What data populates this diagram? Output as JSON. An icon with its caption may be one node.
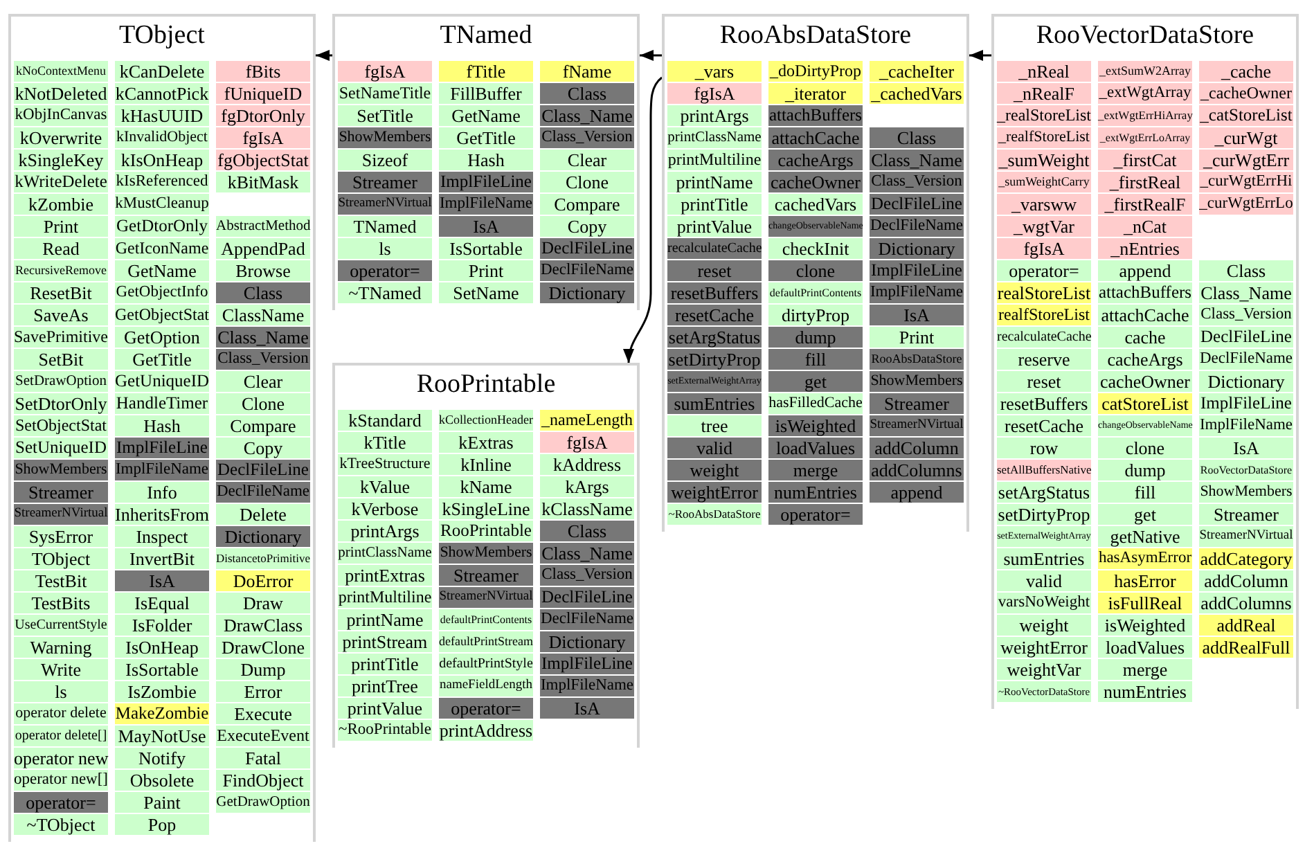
{
  "diagram": {
    "nodes": [
      {
        "text": [
          "TObject"
        ]
      },
      {
        "text": [
          "kNoContextMenu"
        ],
        "in": 0
      },
      {
        "text": [
          "kNotDeleted"
        ],
        "in": 0
      },
      {
        "text": [
          "kObjInCanvas"
        ],
        "in": 0
      },
      {
        "text": [
          "kOverwrite"
        ],
        "in": 0
      },
      {
        "text": [
          "kSingleKey"
        ],
        "in": 0
      },
      {
        "text": [
          "kWriteDelete"
        ],
        "in": 0
      },
      {
        "text": [
          "kZombie"
        ],
        "in": 0
      },
      {
        "text": [
          "Print"
        ],
        "in": 0
      },
      {
        "text": [
          "Read"
        ],
        "in": 0
      },
      {
        "text": [
          "RecursiveRemove"
        ],
        "in": 0
      },
      {
        "text": [
          "ResetBit"
        ],
        "in": 0
      },
      {
        "text": [
          "SaveAs"
        ],
        "in": 0
      },
      {
        "text": [
          "SavePrimitive"
        ],
        "in": 0
      },
      {
        "text": [
          "SetBit"
        ],
        "in": 0
      },
      {
        "text": [
          "SetDrawOption"
        ],
        "in": 0
      },
      {
        "text": [
          "SetDtorOnly"
        ],
        "in": 0
      },
      {
        "text": [
          "SetObjectStat"
        ],
        "in": 0
      },
      {
        "text": [
          "SetUniqueID"
        ],
        "in": 0
      },
      {
        "text": [
          "ShowMembers"
        ],
        "in": 0
      },
      {
        "text": [
          "Streamer"
        ],
        "in": 0
      },
      {
        "text": [
          "StreamerNVirtual"
        ],
        "in": 0
      },
      {
        "text": [
          "SysError"
        ],
        "in": 0
      },
      {
        "text": [
          "TObject"
        ],
        "in": 0
      },
      {
        "text": [
          "TestBit"
        ],
        "in": 0
      },
      {
        "text": [
          "TestBits"
        ],
        "in": 0
      },
      {
        "text": [
          "UseCurrentStyle"
        ],
        "in": 0
      },
      {
        "text": [
          "Warning"
        ],
        "in": 0
      },
      {
        "text": [
          "Write"
        ],
        "in": 0
      },
      {
        "text": [
          "ls"
        ],
        "in": 0
      },
      {
        "text": [
          "operator delete"
        ],
        "in": 0
      },
      {
        "text": [
          "operator delete[]"
        ],
        "in": 0
      },
      {
        "text": [
          "operator new"
        ],
        "in": 0
      },
      {
        "text": [
          "operator new[]"
        ],
        "in": 0
      },
      {
        "text": [
          "operator="
        ],
        "in": 0
      },
      {
        "text": [
          "~TObject"
        ],
        "in": 0
      },
      {
        "text": [
          "kCanDelete"
        ],
        "in": 0
      },
      {
        "text": [
          "kCannotPick"
        ],
        "in": 0
      },
      {
        "text": [
          "kHasUUID"
        ],
        "in": 0
      },
      {
        "text": [
          "kInvalidObject"
        ],
        "in": 0
      },
      {
        "text": [
          "kIsOnHeap"
        ],
        "in": 0
      },
      {
        "text": [
          "kIsReferenced"
        ],
        "in": 0
      },
      {
        "text": [
          "kMustCleanup"
        ],
        "in": 0
      },
      {
        "text": [
          "GetDtorOnly"
        ],
        "in": 0
      },
      {
        "text": [
          "GetIconName"
        ],
        "in": 0
      },
      {
        "text": [
          "GetName"
        ],
        "in": 0
      },
      {
        "text": [
          "GetObjectInfo"
        ],
        "in": 0
      },
      {
        "text": [
          "GetObjectStat"
        ],
        "in": 0
      },
      {
        "text": [
          "GetOption"
        ],
        "in": 0
      },
      {
        "text": [
          "GetTitle"
        ],
        "in": 0
      },
      {
        "text": [
          "GetUniqueID"
        ],
        "in": 0
      },
      {
        "text": [
          "HandleTimer"
        ],
        "in": 0
      },
      {
        "text": [
          "Hash"
        ],
        "in": 0
      },
      {
        "text": [
          "ImplFileLine"
        ],
        "in": 0
      },
      {
        "text": [
          "ImplFileName"
        ],
        "in": 0
      },
      {
        "text": [
          "Info"
        ],
        "in": 0
      },
      {
        "text": [
          "InheritsFrom"
        ],
        "in": 0
      },
      {
        "text": [
          "Inspect"
        ],
        "in": 0
      },
      {
        "text": [
          "InvertBit"
        ],
        "in": 0
      },
      {
        "text": [
          "IsA"
        ],
        "in": 0
      },
      {
        "text": [
          "IsEqual"
        ],
        "in": 0
      },
      {
        "text": [
          "IsFolder"
        ],
        "in": 0
      },
      {
        "text": [
          "IsOnHeap"
        ],
        "in": 0
      },
      {
        "text": [
          "IsSortable"
        ],
        "in": 0
      },
      {
        "text": [
          "IsZombie"
        ],
        "in": 0
      },
      {
        "text": [
          "MakeZombie"
        ],
        "in": 0
      },
      {
        "text": [
          "MayNotUse"
        ],
        "in": 0
      },
      {
        "text": [
          "Notify"
        ],
        "in": 0
      },
      {
        "text": [
          "Obsolete"
        ],
        "in": 0
      },
      {
        "text": [
          "Paint"
        ],
        "in": 0
      },
      {
        "text": [
          "Pop"
        ],
        "in": 0
      },
      {
        "text": [
          "fBits"
        ],
        "in": 0
      },
      {
        "text": [
          "fUniqueID"
        ],
        "in": 0
      },
      {
        "text": [
          "fgDtorOnly"
        ],
        "in": 0
      },
      {
        "text": [
          "fgIsA"
        ],
        "in": 0
      },
      {
        "text": [
          "fgObjectStat"
        ],
        "in": 0
      },
      {
        "text": [
          "kBitMask"
        ],
        "in": 0
      },
      {
        "text": [
          "AbstractMethod"
        ],
        "in": 0
      },
      {
        "text": [
          "AppendPad"
        ],
        "in": 0
      },
      {
        "text": [
          "Browse"
        ],
        "in": 0
      },
      {
        "text": [
          "Class"
        ],
        "in": 0
      },
      {
        "text": [
          "ClassName"
        ],
        "in": 0
      },
      {
        "text": [
          "Class_Name"
        ],
        "in": 0
      },
      {
        "text": [
          "Class_Version"
        ],
        "in": 0
      },
      {
        "text": [
          "Clear"
        ],
        "in": 0
      },
      {
        "text": [
          "Clone"
        ],
        "in": 0
      },
      {
        "text": [
          "Compare"
        ],
        "in": 0
      },
      {
        "text": [
          "Copy"
        ],
        "in": 0
      },
      {
        "text": [
          "DeclFileLine"
        ],
        "in": 0
      },
      {
        "text": [
          "DeclFileName"
        ],
        "in": 0
      },
      {
        "text": [
          "Delete"
        ],
        "in": 0
      },
      {
        "text": [
          "Dictionary"
        ],
        "in": 0
      },
      {
        "text": [
          "DistancetoPrimitive"
        ],
        "in": 0
      },
      {
        "text": [
          "DoError"
        ],
        "in": 0
      },
      {
        "text": [
          "Draw"
        ],
        "in": 0
      },
      {
        "text": [
          "DrawClass"
        ],
        "in": 0
      },
      {
        "text": [
          "DrawClone"
        ],
        "in": 0
      },
      {
        "text": [
          "Dump"
        ],
        "in": 0
      },
      {
        "text": [
          "Error"
        ],
        "in": 0
      },
      {
        "text": [
          "Execute"
        ],
        "in": 0
      },
      {
        "text": [
          "ExecuteEvent"
        ],
        "in": 0
      },
      {
        "text": [
          "Fatal"
        ],
        "in": 0
      },
      {
        "text": [
          "FindObject"
        ],
        "in": 0
      },
      {
        "text": [
          "GetDrawOption"
        ],
        "in": 0
      },
      {
        "text": [
          "TNamed"
        ]
      },
      {
        "text": [
          "fgIsA"
        ],
        "in": 104
      },
      {
        "text": [
          "SetNameTitle"
        ],
        "in": 104
      },
      {
        "text": [
          "SetTitle"
        ],
        "in": 104
      },
      {
        "text": [
          "ShowMembers"
        ],
        "in": 104
      },
      {
        "text": [
          "Sizeof"
        ],
        "in": 104
      },
      {
        "text": [
          "Streamer"
        ],
        "in": 104
      },
      {
        "text": [
          "StreamerNVirtual"
        ],
        "in": 104
      },
      {
        "text": [
          "TNamed"
        ],
        "in": 104
      },
      {
        "text": [
          "ls"
        ],
        "in": 104
      },
      {
        "text": [
          "operator="
        ],
        "in": 104
      },
      {
        "text": [
          "~TNamed"
        ],
        "in": 104
      },
      {
        "text": [
          "fTitle"
        ],
        "in": 104
      },
      {
        "text": [
          "FillBuffer"
        ],
        "in": 104
      },
      {
        "text": [
          "GetName"
        ],
        "in": 104
      },
      {
        "text": [
          "GetTitle"
        ],
        "in": 104
      },
      {
        "text": [
          "Hash"
        ],
        "in": 104
      },
      {
        "text": [
          "ImplFileLine"
        ],
        "in": 104
      },
      {
        "text": [
          "ImplFileName"
        ],
        "in": 104
      },
      {
        "text": [
          "IsA"
        ],
        "in": 104
      },
      {
        "text": [
          "IsSortable"
        ],
        "in": 104
      },
      {
        "text": [
          "Print"
        ],
        "in": 104
      },
      {
        "text": [
          "SetName"
        ],
        "in": 104
      },
      {
        "text": [
          "fName"
        ],
        "in": 104
      },
      {
        "text": [
          "Class"
        ],
        "in": 104
      },
      {
        "text": [
          "Class_Name"
        ],
        "in": 104
      },
      {
        "text": [
          "Class_Version"
        ],
        "in": 104
      },
      {
        "text": [
          "Clear"
        ],
        "in": 104
      },
      {
        "text": [
          "Clone"
        ],
        "in": 104
      },
      {
        "text": [
          "Compare"
        ],
        "in": 104
      },
      {
        "text": [
          "Copy"
        ],
        "in": 104
      },
      {
        "text": [
          "DeclFileLine"
        ],
        "in": 104
      },
      {
        "text": [
          "DeclFileName"
        ],
        "in": 104
      },
      {
        "text": [
          "Dictionary"
        ],
        "in": 104
      },
      {
        "text": [
          "RooAbsDataStore"
        ]
      },
      {
        "text": [
          "_vars"
        ],
        "in": 138
      },
      {
        "text": [
          "fgIsA"
        ],
        "in": 138
      },
      {
        "text": [
          "printArgs"
        ],
        "in": 138
      },
      {
        "text": [
          "printClassName"
        ],
        "in": 138
      },
      {
        "text": [
          "printMultiline"
        ],
        "in": 138
      },
      {
        "text": [
          "printName"
        ],
        "in": 138
      },
      {
        "text": [
          "printTitle"
        ],
        "in": 138
      },
      {
        "text": [
          "printValue"
        ],
        "in": 138
      },
      {
        "text": [
          "recalculateCache"
        ],
        "in": 138
      },
      {
        "text": [
          "reset"
        ],
        "in": 138
      },
      {
        "text": [
          "resetBuffers"
        ],
        "in": 138
      },
      {
        "text": [
          "resetCache"
        ],
        "in": 138
      },
      {
        "text": [
          "setArgStatus"
        ],
        "in": 138
      },
      {
        "text": [
          "setDirtyProp"
        ],
        "in": 138
      },
      {
        "text": [
          "setExternalWeightArray"
        ],
        "in": 138
      },
      {
        "text": [
          "sumEntries"
        ],
        "in": 138
      },
      {
        "text": [
          "tree"
        ],
        "in": 138
      },
      {
        "text": [
          "valid"
        ],
        "in": 138
      },
      {
        "text": [
          "weight"
        ],
        "in": 138
      },
      {
        "text": [
          "weightError"
        ],
        "in": 138
      },
      {
        "text": [
          "~RooAbsDataStore"
        ],
        "in": 138
      },
      {
        "text": [
          "_doDirtyProp"
        ],
        "in": 138
      },
      {
        "text": [
          "_iterator"
        ],
        "in": 138
      },
      {
        "text": [
          "attachBuffers"
        ],
        "in": 138
      },
      {
        "text": [
          "attachCache"
        ],
        "in": 138
      },
      {
        "text": [
          "cacheArgs"
        ],
        "in": 138
      },
      {
        "text": [
          "cacheOwner"
        ],
        "in": 138
      },
      {
        "text": [
          "cachedVars"
        ],
        "in": 138
      },
      {
        "text": [
          "changeObservableName"
        ],
        "in": 138
      },
      {
        "text": [
          "checkInit"
        ],
        "in": 138
      },
      {
        "text": [
          "clone"
        ],
        "in": 138
      },
      {
        "text": [
          "defaultPrintContents"
        ],
        "in": 138
      },
      {
        "text": [
          "dirtyProp"
        ],
        "in": 138
      },
      {
        "text": [
          "dump"
        ],
        "in": 138
      },
      {
        "text": [
          "fill"
        ],
        "in": 138
      },
      {
        "text": [
          "get"
        ],
        "in": 138
      },
      {
        "text": [
          "hasFilledCache"
        ],
        "in": 138
      },
      {
        "text": [
          "isWeighted"
        ],
        "in": 138
      },
      {
        "text": [
          "loadValues"
        ],
        "in": 138
      },
      {
        "text": [
          "merge"
        ],
        "in": 138
      },
      {
        "text": [
          "numEntries"
        ],
        "in": 138
      },
      {
        "text": [
          "operator="
        ],
        "in": 138
      },
      {
        "text": [
          "_cacheIter"
        ],
        "in": 138
      },
      {
        "text": [
          "_cachedVars"
        ],
        "in": 138
      },
      {
        "text": [
          "Class"
        ],
        "in": 138
      },
      {
        "text": [
          "Class_Name"
        ],
        "in": 138
      },
      {
        "text": [
          "Class_Version"
        ],
        "in": 138
      },
      {
        "text": [
          "DeclFileLine"
        ],
        "in": 138
      },
      {
        "text": [
          "DeclFileName"
        ],
        "in": 138
      },
      {
        "text": [
          "Dictionary"
        ],
        "in": 138
      },
      {
        "text": [
          "ImplFileLine"
        ],
        "in": 138
      },
      {
        "text": [
          "ImplFileName"
        ],
        "in": 138
      },
      {
        "text": [
          "IsA"
        ],
        "in": 138
      },
      {
        "text": [
          "Print"
        ],
        "in": 138
      },
      {
        "text": [
          "RooAbsDataStore"
        ],
        "in": 138
      },
      {
        "text": [
          "ShowMembers"
        ],
        "in": 138
      },
      {
        "text": [
          "Streamer"
        ],
        "in": 138
      },
      {
        "text": [
          "StreamerNVirtual"
        ],
        "in": 138
      },
      {
        "text": [
          "addColumn"
        ],
        "in": 138
      },
      {
        "text": [
          "addColumns"
        ],
        "in": 138
      },
      {
        "text": [
          "append"
        ],
        "in": 138
      },
      {
        "text": [
          "RooVectorDataStore"
        ]
      },
      {
        "text": [
          "_nReal"
        ],
        "in": 200
      },
      {
        "text": [
          "_nRealF"
        ],
        "in": 200
      },
      {
        "text": [
          "_realStoreList"
        ],
        "in": 200
      },
      {
        "text": [
          "_realfStoreList"
        ],
        "in": 200
      },
      {
        "text": [
          "_sumWeight"
        ],
        "in": 200
      },
      {
        "text": [
          "_sumWeightCarry"
        ],
        "in": 200
      },
      {
        "text": [
          "_varsww"
        ],
        "in": 200
      },
      {
        "text": [
          "_wgtVar"
        ],
        "in": 200
      },
      {
        "text": [
          "fgIsA"
        ],
        "in": 200
      },
      {
        "text": [
          "operator="
        ],
        "in": 200
      },
      {
        "text": [
          "realStoreList"
        ],
        "in": 200
      },
      {
        "text": [
          "realfStoreList"
        ],
        "in": 200
      },
      {
        "text": [
          "recalculateCache"
        ],
        "in": 200
      },
      {
        "text": [
          "reserve"
        ],
        "in": 200
      },
      {
        "text": [
          "reset"
        ],
        "in": 200
      },
      {
        "text": [
          "resetBuffers"
        ],
        "in": 200
      },
      {
        "text": [
          "resetCache"
        ],
        "in": 200
      },
      {
        "text": [
          "row"
        ],
        "in": 200
      },
      {
        "text": [
          "setAllBuffersNative"
        ],
        "in": 200
      },
      {
        "text": [
          "setArgStatus"
        ],
        "in": 200
      },
      {
        "text": [
          "setDirtyProp"
        ],
        "in": 200
      },
      {
        "text": [
          "setExternalWeightArray"
        ],
        "in": 200
      },
      {
        "text": [
          "sumEntries"
        ],
        "in": 200
      },
      {
        "text": [
          "valid"
        ],
        "in": 200
      },
      {
        "text": [
          "varsNoWeight"
        ],
        "in": 200
      },
      {
        "text": [
          "weight"
        ],
        "in": 200
      },
      {
        "text": [
          "weightError"
        ],
        "in": 200
      },
      {
        "text": [
          "weightVar"
        ],
        "in": 200
      },
      {
        "text": [
          "~RooVectorDataStore"
        ],
        "in": 200
      },
      {
        "text": [
          "_extSumW2Array"
        ],
        "in": 200
      },
      {
        "text": [
          "_extWgtArray"
        ],
        "in": 200
      },
      {
        "text": [
          "_extWgtErrHiArray"
        ],
        "in": 200
      },
      {
        "text": [
          "_extWgtErrLoArray"
        ],
        "in": 200
      },
      {
        "text": [
          "_firstCat"
        ],
        "in": 200
      },
      {
        "text": [
          "_firstReal"
        ],
        "in": 200
      },
      {
        "text": [
          "_firstRealF"
        ],
        "in": 200
      },
      {
        "text": [
          "_nCat"
        ],
        "in": 200
      },
      {
        "text": [
          "_nEntries"
        ],
        "in": 200
      },
      {
        "text": [
          "append"
        ],
        "in": 200
      },
      {
        "text": [
          "attachBuffers"
        ],
        "in": 200
      },
      {
        "text": [
          "attachCache"
        ],
        "in": 200
      },
      {
        "text": [
          "cache"
        ],
        "in": 200
      },
      {
        "text": [
          "cacheArgs"
        ],
        "in": 200
      },
      {
        "text": [
          "cacheOwner"
        ],
        "in": 200
      },
      {
        "text": [
          "catStoreList"
        ],
        "in": 200
      },
      {
        "text": [
          "changeObservableName"
        ],
        "in": 200
      },
      {
        "text": [
          "clone"
        ],
        "in": 200
      },
      {
        "text": [
          "dump"
        ],
        "in": 200
      },
      {
        "text": [
          "fill"
        ],
        "in": 200
      },
      {
        "text": [
          "get"
        ],
        "in": 200
      },
      {
        "text": [
          "getNative"
        ],
        "in": 200
      },
      {
        "text": [
          "hasAsymError"
        ],
        "in": 200
      },
      {
        "text": [
          "hasError"
        ],
        "in": 200
      },
      {
        "text": [
          "isFullReal"
        ],
        "in": 200
      },
      {
        "text": [
          "isWeighted"
        ],
        "in": 200
      },
      {
        "text": [
          "loadValues"
        ],
        "in": 200
      },
      {
        "text": [
          "merge"
        ],
        "in": 200
      },
      {
        "text": [
          "numEntries"
        ],
        "in": 200
      },
      {
        "text": [
          "_cache"
        ],
        "in": 200
      },
      {
        "text": [
          "_cacheOwner"
        ],
        "in": 200
      },
      {
        "text": [
          "_catStoreList"
        ],
        "in": 200
      },
      {
        "text": [
          "_curWgt"
        ],
        "in": 200
      },
      {
        "text": [
          "_curWgtErr"
        ],
        "in": 200
      },
      {
        "text": [
          "_curWgtErrHi"
        ],
        "in": 200
      },
      {
        "text": [
          "_curWgtErrLo"
        ],
        "in": 200
      },
      {
        "text": [
          "Class"
        ],
        "in": 200
      },
      {
        "text": [
          "Class_Name"
        ],
        "in": 200
      },
      {
        "text": [
          "Class_Version"
        ],
        "in": 200
      },
      {
        "text": [
          "DeclFileLine"
        ],
        "in": 200
      },
      {
        "text": [
          "DeclFileName"
        ],
        "in": 200
      },
      {
        "text": [
          "Dictionary"
        ],
        "in": 200
      },
      {
        "text": [
          "ImplFileLine"
        ],
        "in": 200
      },
      {
        "text": [
          "ImplFileName"
        ],
        "in": 200
      },
      {
        "text": [
          "IsA"
        ],
        "in": 200
      },
      {
        "text": [
          "RooVectorDataStore"
        ],
        "in": 200
      },
      {
        "text": [
          "ShowMembers"
        ],
        "in": 200
      },
      {
        "text": [
          "Streamer"
        ],
        "in": 200
      },
      {
        "text": [
          "StreamerNVirtual"
        ],
        "in": 200
      },
      {
        "text": [
          "addCategory"
        ],
        "in": 200
      },
      {
        "text": [
          "addColumn"
        ],
        "in": 200
      },
      {
        "text": [
          "addColumns"
        ],
        "in": 200
      },
      {
        "text": [
          "addReal"
        ],
        "in": 200
      },
      {
        "text": [
          "addRealFull"
        ],
        "in": 200
      },
      {
        "text": [
          "RooPrintable"
        ]
      },
      {
        "text": [
          "kStandard"
        ],
        "in": 284
      },
      {
        "text": [
          "kTitle"
        ],
        "in": 284
      },
      {
        "text": [
          "kTreeStructure"
        ],
        "in": 284
      },
      {
        "text": [
          "kValue"
        ],
        "in": 284
      },
      {
        "text": [
          "kVerbose"
        ],
        "in": 284
      },
      {
        "text": [
          "printArgs"
        ],
        "in": 284
      },
      {
        "text": [
          "printClassName"
        ],
        "in": 284
      },
      {
        "text": [
          "printExtras"
        ],
        "in": 284
      },
      {
        "text": [
          "printMultiline"
        ],
        "in": 284
      },
      {
        "text": [
          "printName"
        ],
        "in": 284
      },
      {
        "text": [
          "printStream"
        ],
        "in": 284
      },
      {
        "text": [
          "printTitle"
        ],
        "in": 284
      },
      {
        "text": [
          "printTree"
        ],
        "in": 284
      },
      {
        "text": [
          "printValue"
        ],
        "in": 284
      },
      {
        "text": [
          "~RooPrintable"
        ],
        "in": 284
      },
      {
        "text": [
          "kCollectionHeader"
        ],
        "in": 284
      },
      {
        "text": [
          "kExtras"
        ],
        "in": 284
      },
      {
        "text": [
          "kInline"
        ],
        "in": 284
      },
      {
        "text": [
          "kName"
        ],
        "in": 284
      },
      {
        "text": [
          "kSingleLine"
        ],
        "in": 284
      },
      {
        "text": [
          "RooPrintable"
        ],
        "in": 284
      },
      {
        "text": [
          "ShowMembers"
        ],
        "in": 284
      },
      {
        "text": [
          "Streamer"
        ],
        "in": 284
      },
      {
        "text": [
          "StreamerNVirtual"
        ],
        "in": 284
      },
      {
        "text": [
          "defaultPrintContents"
        ],
        "in": 284
      },
      {
        "text": [
          "defaultPrintStream"
        ],
        "in": 284
      },
      {
        "text": [
          "defaultPrintStyle"
        ],
        "in": 284
      },
      {
        "text": [
          "nameFieldLength"
        ],
        "in": 284
      },
      {
        "text": [
          "operator="
        ],
        "in": 284
      },
      {
        "text": [
          "printAddress"
        ],
        "in": 284
      },
      {
        "text": [
          "_nameLength"
        ],
        "in": 284
      },
      {
        "text": [
          "fgIsA"
        ],
        "in": 284
      },
      {
        "text": [
          "kAddress"
        ],
        "in": 284
      },
      {
        "text": [
          "kArgs"
        ],
        "in": 284
      },
      {
        "text": [
          "kClassName"
        ],
        "in": 284
      },
      {
        "text": [
          "Class"
        ],
        "in": 284
      },
      {
        "text": [
          "Class_Name"
        ],
        "in": 284
      },
      {
        "text": [
          "Class_Version"
        ],
        "in": 284
      },
      {
        "text": [
          "DeclFileLine"
        ],
        "in": 284
      },
      {
        "text": [
          "DeclFileName"
        ],
        "in": 284
      },
      {
        "text": [
          "Dictionary"
        ],
        "in": 284
      },
      {
        "text": [
          "ImplFileLine"
        ],
        "in": 284
      },
      {
        "text": [
          "ImplFileName"
        ],
        "in": 284
      },
      {
        "text": [
          "IsA"
        ],
        "in": 284
      }
    ],
    "edges": [
      {
        "from": 104,
        "to": 0,
        "arrow": "to"
      },
      {
        "from": 138,
        "to": 104,
        "arrow": "to"
      },
      {
        "from": 200,
        "to": 138,
        "arrow": "to"
      },
      {
        "from": 138,
        "to": 284,
        "arrow": "to"
      }
    ]
  }
}
